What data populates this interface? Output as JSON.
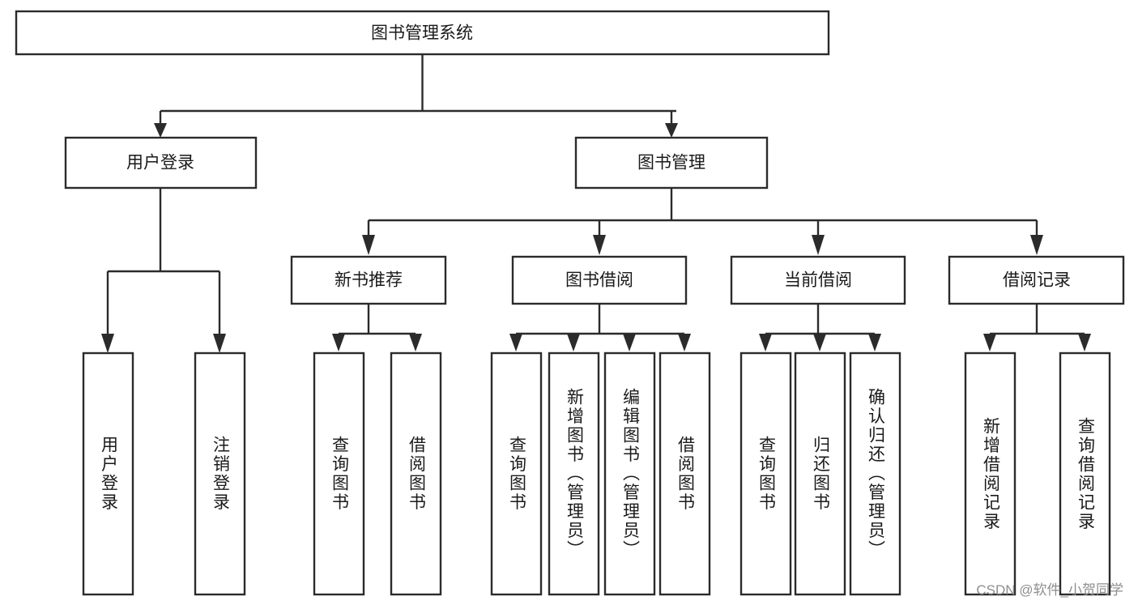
{
  "diagram": {
    "type": "tree",
    "title": "图书管理系统",
    "watermark": "CSDN @软件_小贺同学",
    "nodes": {
      "root": {
        "label": "图书管理系统",
        "level": 1,
        "orientation": "horizontal"
      },
      "l2_1": {
        "label": "用户登录",
        "level": 2,
        "orientation": "horizontal"
      },
      "l2_2": {
        "label": "图书管理",
        "level": 2,
        "orientation": "horizontal"
      },
      "l3_1": {
        "label": "新书推荐",
        "level": 3,
        "orientation": "horizontal"
      },
      "l3_2": {
        "label": "图书借阅",
        "level": 3,
        "orientation": "horizontal"
      },
      "l3_3": {
        "label": "当前借阅",
        "level": 3,
        "orientation": "horizontal"
      },
      "l3_4": {
        "label": "借阅记录",
        "level": 3,
        "orientation": "horizontal"
      },
      "leaf_1": {
        "label": "用户登录",
        "level": 4,
        "orientation": "vertical"
      },
      "leaf_2": {
        "label": "注销登录",
        "level": 4,
        "orientation": "vertical"
      },
      "leaf_3": {
        "label": "查询图书",
        "level": 4,
        "orientation": "vertical"
      },
      "leaf_4": {
        "label": "借阅图书",
        "level": 4,
        "orientation": "vertical"
      },
      "leaf_5": {
        "label": "查询图书",
        "level": 4,
        "orientation": "vertical"
      },
      "leaf_6": {
        "label": "新增图书（管理员）",
        "level": 4,
        "orientation": "vertical"
      },
      "leaf_7": {
        "label": "编辑图书（管理员）",
        "level": 4,
        "orientation": "vertical"
      },
      "leaf_8": {
        "label": "借阅图书",
        "level": 4,
        "orientation": "vertical"
      },
      "leaf_9": {
        "label": "查询图书",
        "level": 4,
        "orientation": "vertical"
      },
      "leaf_10": {
        "label": "归还图书",
        "level": 4,
        "orientation": "vertical"
      },
      "leaf_11": {
        "label": "确认归还（管理员）",
        "level": 4,
        "orientation": "vertical"
      },
      "leaf_12": {
        "label": "新增借阅记录",
        "level": 4,
        "orientation": "vertical"
      },
      "leaf_13": {
        "label": "查询借阅记录",
        "level": 4,
        "orientation": "vertical"
      }
    },
    "edges": [
      {
        "from": "root",
        "to": "l2_1"
      },
      {
        "from": "root",
        "to": "l2_2"
      },
      {
        "from": "l2_2",
        "to": "l3_1"
      },
      {
        "from": "l2_2",
        "to": "l3_2"
      },
      {
        "from": "l2_2",
        "to": "l3_3"
      },
      {
        "from": "l2_2",
        "to": "l3_4"
      },
      {
        "from": "l2_1",
        "to": "leaf_1"
      },
      {
        "from": "l2_1",
        "to": "leaf_2"
      },
      {
        "from": "l3_1",
        "to": "leaf_3"
      },
      {
        "from": "l3_1",
        "to": "leaf_4"
      },
      {
        "from": "l3_2",
        "to": "leaf_5"
      },
      {
        "from": "l3_2",
        "to": "leaf_6"
      },
      {
        "from": "l3_2",
        "to": "leaf_7"
      },
      {
        "from": "l3_2",
        "to": "leaf_8"
      },
      {
        "from": "l3_3",
        "to": "leaf_9"
      },
      {
        "from": "l3_3",
        "to": "leaf_10"
      },
      {
        "from": "l3_3",
        "to": "leaf_11"
      },
      {
        "from": "l3_4",
        "to": "leaf_12"
      },
      {
        "from": "l3_4",
        "to": "leaf_13"
      }
    ],
    "colors": {
      "stroke": "#2b2b2b",
      "fill": "#ffffff",
      "text": "#1a1a1a",
      "watermark": "#8e8e8e"
    }
  }
}
